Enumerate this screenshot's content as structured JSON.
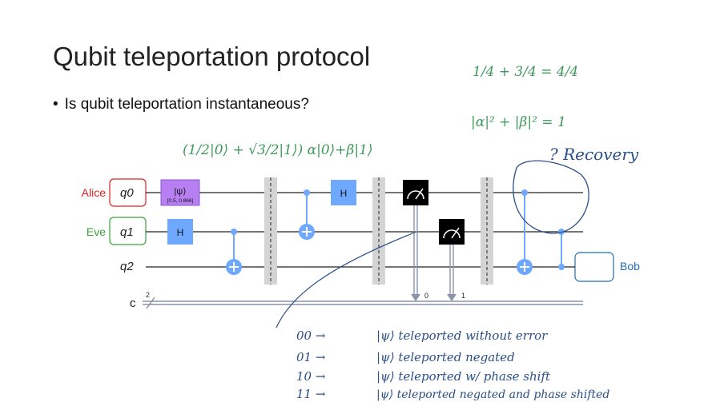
{
  "slide": {
    "title": "Qubit teleportation protocol",
    "bullet": "Is qubit teleportation instantaneous?"
  },
  "circuit": {
    "qubits": [
      "q0",
      "q1",
      "q2"
    ],
    "classical_register": "c",
    "classical_width": "2",
    "parties": {
      "alice": "Alice",
      "eve": "Eve",
      "bob": "Bob"
    },
    "init_gate": {
      "label": "|ψ⟩",
      "params": "[0.5, 0.866]"
    },
    "h_label": "H",
    "measure_indices": [
      "0",
      "1"
    ]
  },
  "notes": {
    "sum_top": "1/4 + 3/4 = 4/4",
    "norm": "|α|² + |β|² = 1",
    "state": "(1/2|0⟩ + √3/2|1⟩) α|0⟩+β|1⟩",
    "recovery": "? Recovery",
    "outcomes": [
      {
        "bits": "00 →",
        "text": "|ψ⟩ teleported without error"
      },
      {
        "bits": "01 →",
        "text": "|ψ⟩ teleported negated"
      },
      {
        "bits": "10 →",
        "text": "|ψ⟩ teleported w/ phase shift"
      },
      {
        "bits": "11 →",
        "text": "|ψ⟩ teleported negated and phase shifted"
      }
    ]
  },
  "colors": {
    "alice": "#e02020",
    "eve": "#3aa33a",
    "bob": "#1f6fb2",
    "init_gate": "#b77ff2",
    "h_gate": "#6fa8ff",
    "cx": "#6fa8ff",
    "ink_green": "#3f9a5a",
    "ink_blue": "#2a4f8a"
  }
}
